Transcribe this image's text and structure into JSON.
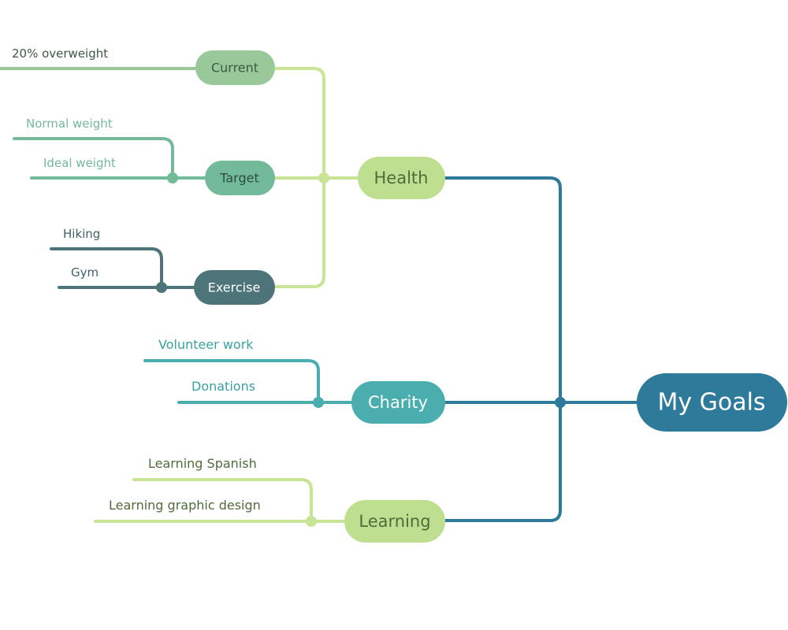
{
  "root": {
    "label": "My Goals",
    "color": "#2e7a9a"
  },
  "branches": {
    "health": {
      "label": "Health",
      "color": "#bfdf90",
      "text_color": "#4f6b3a",
      "line_color": "#c7e497"
    },
    "charity": {
      "label": "Charity",
      "color": "#4aaeae",
      "text_color": "#ffffff"
    },
    "learning": {
      "label": "Learning",
      "color": "#bfdf90",
      "text_color": "#4f6b3a"
    }
  },
  "subtopics": {
    "current": {
      "label": "Current",
      "color": "#99c99a",
      "text_color": "#3d5a40"
    },
    "target": {
      "label": "Target",
      "color": "#73ba9b",
      "text_color": "#2e4d3e"
    },
    "exercise": {
      "label": "Exercise",
      "color": "#4d7479",
      "text_color": "#ffffff"
    }
  },
  "leaves": {
    "overweight": {
      "label": "20% overweight",
      "color": "#3d5a40",
      "line_color": "#99c99a"
    },
    "normal_weight": {
      "label": "Normal weight",
      "color": "#73ba9b",
      "line_color": "#73ba9b"
    },
    "ideal_weight": {
      "label": "Ideal weight",
      "color": "#73ba9b",
      "line_color": "#73ba9b"
    },
    "hiking": {
      "label": "Hiking",
      "color": "#3f6266",
      "line_color": "#4d7479"
    },
    "gym": {
      "label": "Gym",
      "color": "#3f6266",
      "line_color": "#4d7479"
    },
    "volunteer": {
      "label": "Volunteer work",
      "color": "#3aa0a0",
      "line_color": "#4aaeae"
    },
    "donations": {
      "label": "Donations",
      "color": "#3aa0a0",
      "line_color": "#4aaeae"
    },
    "spanish": {
      "label": "Learning Spanish",
      "color": "#4f6b3a",
      "line_color": "#c7e497"
    },
    "graphic_design": {
      "label": "Learning graphic design",
      "color": "#4f6b3a",
      "line_color": "#c7e497"
    }
  }
}
